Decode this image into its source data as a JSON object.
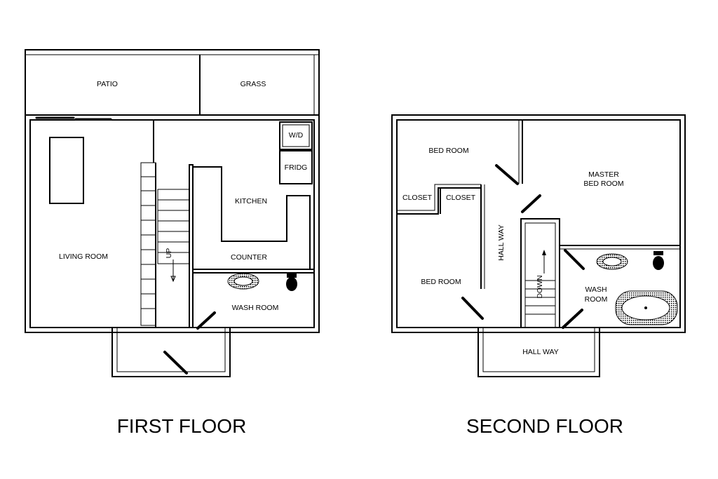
{
  "first_floor": {
    "title": "FIRST FLOOR",
    "rooms": {
      "patio": "PATIO",
      "grass": "GRASS",
      "wd": "W/D",
      "fridge": "FRIDG",
      "kitchen": "KITCHEN",
      "living_room": "LIVING ROOM",
      "stairs_up": "UP",
      "counter": "COUNTER",
      "wash_room": "WASH ROOM"
    }
  },
  "second_floor": {
    "title": "SECOND FLOOR",
    "rooms": {
      "bed_room_top": "BED ROOM",
      "closet_left": "CLOSET",
      "closet_right": "CLOSET",
      "master_line1": "MASTER",
      "master_line2": "BED ROOM",
      "hall_way_vertical": "HALL WAY",
      "bed_room_bottom": "BED ROOM",
      "stairs_down": "DOWN",
      "wash_line1": "WASH",
      "wash_line2": "ROOM",
      "hall_way_bottom": "HALL WAY"
    }
  }
}
